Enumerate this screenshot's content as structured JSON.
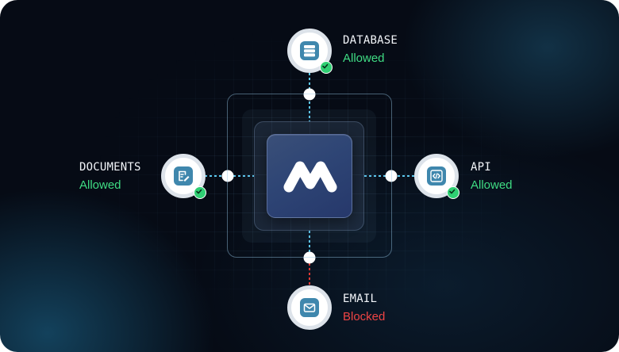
{
  "hub": {
    "logo_icon": "m-logo-icon"
  },
  "nodes": {
    "database": {
      "name": "DATABASE",
      "status": "Allowed",
      "icon": "database-icon",
      "state": "allowed"
    },
    "documents": {
      "name": "DOCUMENTS",
      "status": "Allowed",
      "icon": "document-edit-icon",
      "state": "allowed"
    },
    "api": {
      "name": "API",
      "status": "Allowed",
      "icon": "code-icon",
      "state": "allowed"
    },
    "email": {
      "name": "EMAIL",
      "status": "Blocked",
      "icon": "mail-icon",
      "state": "blocked"
    }
  },
  "colors": {
    "allowed": "#3fdc83",
    "blocked": "#ef4444",
    "link_allowed": "#5cc8ee",
    "link_blocked": "#e53935",
    "icon_chip": "#3f87ad"
  }
}
